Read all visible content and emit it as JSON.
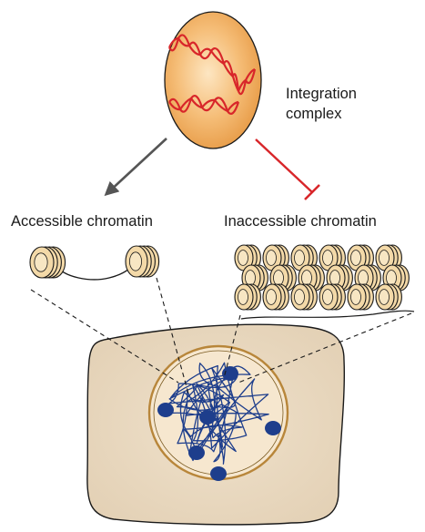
{
  "labels": {
    "integration_complex_line1": "Integration",
    "integration_complex_line2": "complex",
    "accessible_chromatin": "Accessible chromatin",
    "inaccessible_chromatin": "Inaccessible chromatin"
  },
  "colors": {
    "virus_capsid": "#f2b067",
    "dna_strand": "#d8262a",
    "nucleosome_fill": "#f3d9a8",
    "cell_fill": "#e9d8bf",
    "nucleus_fill": "#f5e6cc",
    "heterochromatin": "#1e3e8c",
    "promote_arrow": "#555555",
    "inhibit_arrow": "#d8262a"
  },
  "arrows": {
    "accessible": "promotes",
    "inaccessible": "inhibits"
  }
}
